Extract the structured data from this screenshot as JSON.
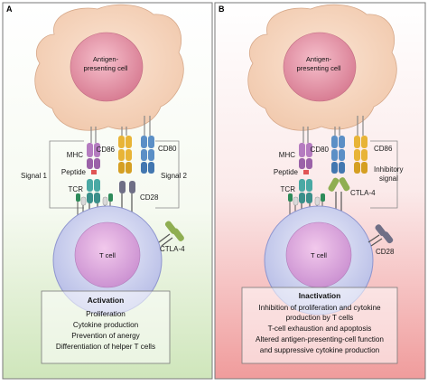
{
  "panel_a": {
    "letter": "A",
    "apc_label_line1": "Antigen-",
    "apc_label_line2": "presenting cell",
    "mhc": "MHC",
    "peptide": "Peptide",
    "tcr": "TCR",
    "cd86": "CD86",
    "cd80": "CD80",
    "cd28": "CD28",
    "ctla4": "CTLA-4",
    "signal1": "Signal 1",
    "signal2": "Signal 2",
    "tcell": "T cell",
    "box_title": "Activation",
    "box_lines": [
      "Proliferation",
      "Cytokine production",
      "Prevention of anergy",
      "Differentiation of helper T cells"
    ]
  },
  "panel_b": {
    "letter": "B",
    "apc_label_line1": "Antigen-",
    "apc_label_line2": "presenting cell",
    "mhc": "MHC",
    "peptide": "Peptide",
    "tcr": "TCR",
    "cd80": "CD80",
    "cd86": "CD86",
    "ctla4": "CTLA-4",
    "cd28": "CD28",
    "inhib_line1": "Inhibitory",
    "inhib_line2": "signal",
    "tcell": "T cell",
    "box_title": "Inactivation",
    "box_lines": [
      "Inhibition of proliferation and cytokine",
      "production by T cells",
      "T-cell exhaustion and apoptosis",
      "Altered antigen-presenting-cell function",
      "and suppressive cytokine production"
    ]
  },
  "colors": {
    "panel_a_bottom": "#d6ebc4",
    "panel_b_bottom": "#f2a7a7",
    "mhc": "#b57cc0",
    "cd86": "#e8b437",
    "cd80": "#5b8fc6",
    "cd28": "#6f6f86",
    "ctla4": "#8fae52",
    "tcr": "#4aa9a4"
  }
}
